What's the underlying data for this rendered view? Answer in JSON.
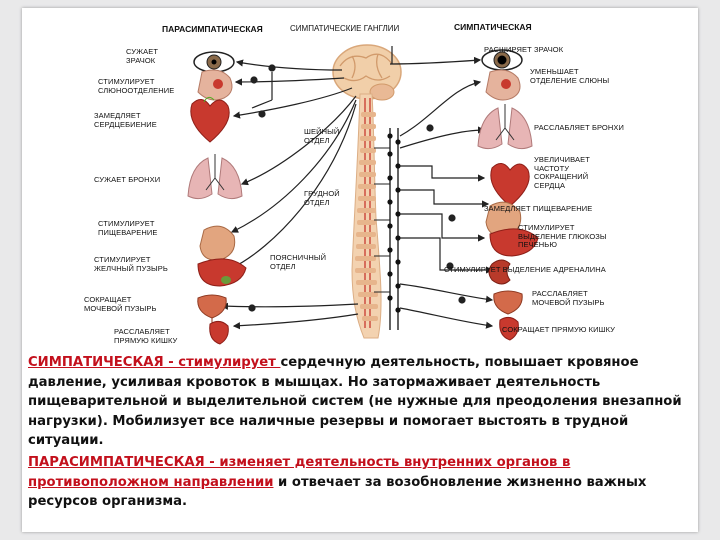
{
  "diagram": {
    "header_para": "ПАРАСИМПАТИЧЕСКАЯ",
    "header_ganglia": "СИМПАТИЧЕСКИЕ ГАНГЛИИ",
    "header_symp": "СИМПАТИЧЕСКАЯ",
    "left_labels": [
      "СУЖАЕТ\nЗРАЧОК",
      "СТИМУЛИРУЕТ\nСЛЮНООТДЕЛЕНИЕ",
      "ЗАМЕДЛЯЕТ\nСЕРДЦЕБИЕНИЕ",
      "СУЖАЕТ БРОНХИ",
      "СТИМУЛИРУЕТ\nПИЩЕВАРЕНИЕ",
      "СТИМУЛИРУЕТ\nЖЕЛЧНЫЙ ПУЗЫРЬ",
      "СОКРАЩАЕТ\nМОЧЕВОЙ ПУЗЫРЬ",
      "РАССЛАБЛЯЕТ\nПРЯМУЮ КИШКУ"
    ],
    "spine_labels": [
      "ШЕЙНЫЙ\nОТДЕЛ",
      "ГРУДНОЙ\nОТДЕЛ",
      "ПОЯСНИЧНЫЙ\nОТДЕЛ"
    ],
    "right_labels": [
      "РАСШИРЯЕТ ЗРАЧОК",
      "УМЕНЬШАЕТ\nОТДЕЛЕНИЕ СЛЮНЫ",
      "РАССЛАБЛЯЕТ БРОНХИ",
      "УВЕЛИЧИВАЕТ\nЧАСТОТУ\nСОКРАЩЕНИЙ\nСЕРДЦА",
      "ЗАМЕДЛЯЕТ ПИЩЕВАРЕНИЕ",
      "СТИМУЛИРУЕТ\nВЫДЕЛЕНИЕ ГЛЮКОЗЫ\nПЕЧЕНЬЮ",
      "СТИМУЛИРУЕТ ВЫДЕЛЕНИЕ АДРЕНАЛИНА",
      "РАССЛАБЛЯЕТ\nМОЧЕВОЙ ПУЗЫРЬ",
      "СОКРАЩАЕТ ПРЯМУЮ КИШКУ"
    ]
  },
  "caption": {
    "symp_term": "СИМПАТИЧЕСКАЯ - стимулирует ",
    "symp_text": "сердечную деятельность, повышает кровяное давление, усиливая кровоток в мышцах. Но затормаживает деятельность пищеварительной и выделительной систем (не нужные для преодоления внезапной нагрузки). Мобилизует все наличные резервы и помогает выстоять в трудной ситуации.",
    "para_term": "ПАРАСИМПАТИЧЕСКАЯ - изменяет деятельность внутренних органов в противоположном направлении",
    "para_text": " и отвечает за возобновление жизненно важных ресурсов организма."
  },
  "colors": {
    "accent_red": "#c3101c",
    "organ_red": "#c8392e",
    "nerve_dark": "#2a2a2a",
    "spine_beige": "#efc9a2"
  },
  "icons": [
    "eye-icon",
    "salivary-gland-icon",
    "heart-icon",
    "lungs-icon",
    "stomach-icon",
    "liver-icon",
    "bladder-icon",
    "rectum-icon",
    "kidney-icon",
    "brain-icon",
    "spinal-cord-icon"
  ]
}
